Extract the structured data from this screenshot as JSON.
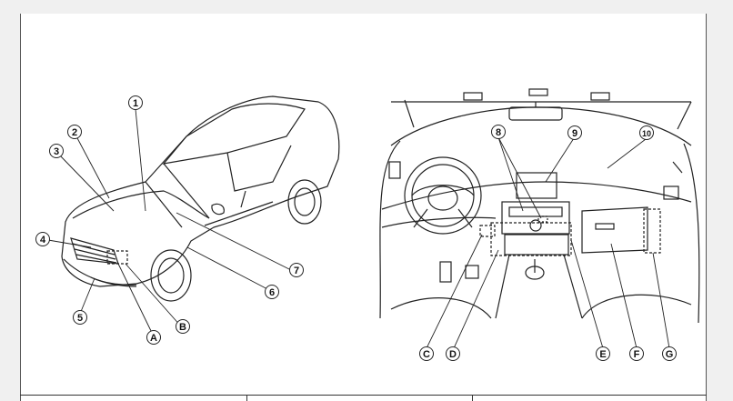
{
  "callouts": {
    "ext": [
      "1",
      "2",
      "3",
      "4",
      "5",
      "6",
      "7"
    ],
    "ext_letters": [
      "A",
      "B"
    ],
    "int": [
      "8",
      "9",
      "10"
    ],
    "int_letters": [
      "C",
      "D",
      "E",
      "F",
      "G"
    ]
  }
}
